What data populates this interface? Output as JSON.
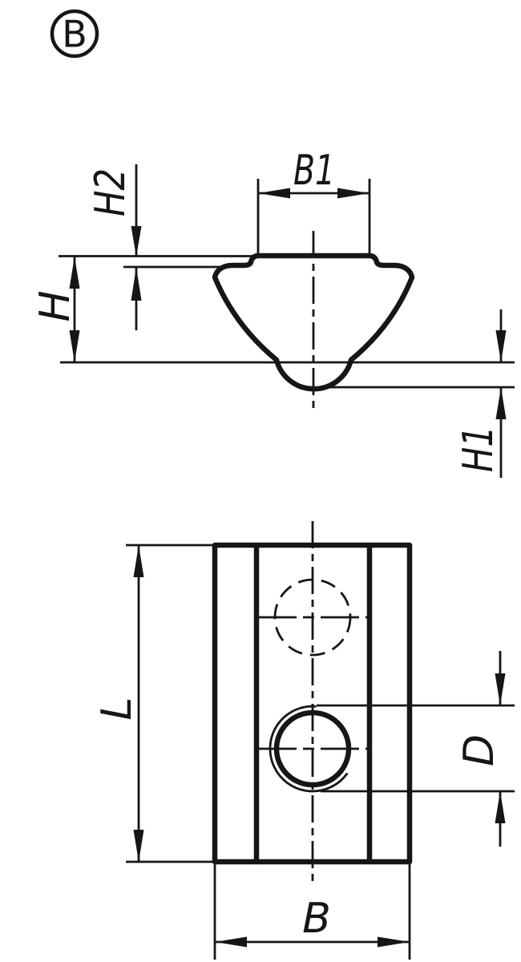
{
  "colors": {
    "line": "#161616",
    "background": "#ffffff"
  },
  "badge": {
    "label": "B"
  },
  "section_view": {
    "dim_labels": {
      "b1": "B1",
      "h2": "H2",
      "h": "H",
      "h1": "H1"
    }
  },
  "top_view": {
    "dim_labels": {
      "l": "L",
      "d": "D",
      "b": "B"
    }
  }
}
